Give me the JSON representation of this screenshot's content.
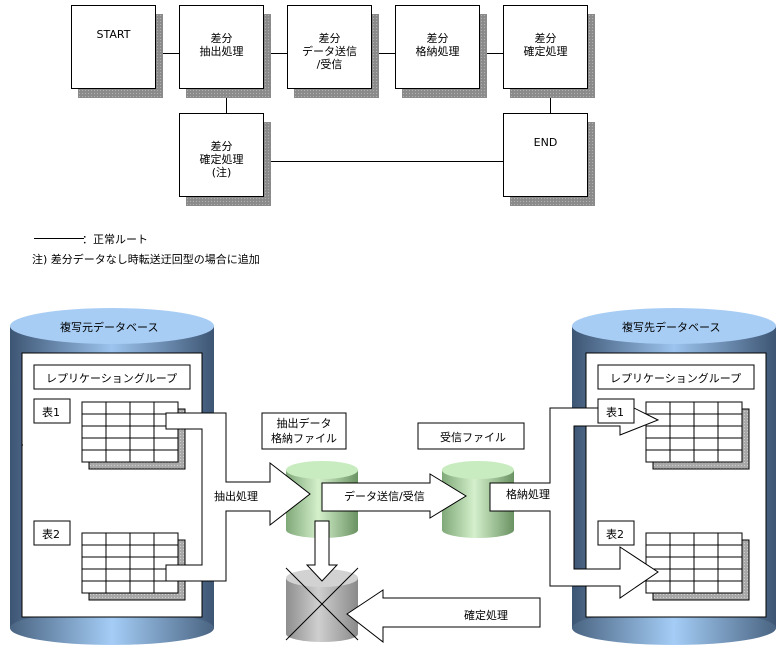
{
  "flow": {
    "boxes": [
      {
        "id": "start",
        "lines": [
          "START"
        ]
      },
      {
        "id": "extract",
        "lines": [
          "差分",
          "抽出処理"
        ]
      },
      {
        "id": "send",
        "lines": [
          "差分",
          "データ送信",
          "/受信"
        ]
      },
      {
        "id": "store",
        "lines": [
          "差分",
          "格納処理"
        ]
      },
      {
        "id": "confirm",
        "lines": [
          "差分",
          "確定処理"
        ]
      },
      {
        "id": "confirm_note",
        "lines": [
          "差分",
          "確定処理",
          "(注)"
        ]
      },
      {
        "id": "end",
        "lines": [
          "END"
        ]
      }
    ],
    "legend_line_label": "：正常ルート",
    "footnote": "注) 差分データなし時転送迂回型の場合に追加"
  },
  "diagram": {
    "source_db": {
      "title": "複写元データベース",
      "group_label": "レプリケーショングループ",
      "tables": [
        "表1",
        "表2"
      ]
    },
    "target_db": {
      "title": "複写先データベース",
      "group_label": "レプリケーショングループ",
      "tables": [
        "表1",
        "表2"
      ]
    },
    "extract_file_label": [
      "抽出データ",
      "格納ファイル"
    ],
    "receive_file_label": "受信ファイル",
    "arrows": {
      "extract": "抽出処理",
      "transfer": "データ送信/受信",
      "store": "格納処理",
      "confirm": "確定処理"
    }
  },
  "colors": {
    "db_top": "#a8cdf5",
    "db_body_dark": "#3d5573",
    "db_body_light": "#9cc4ee",
    "file_green": "#b8e4b0",
    "file_green_dark": "#6e9a66",
    "deleted_gray": "#a0a0a0"
  }
}
